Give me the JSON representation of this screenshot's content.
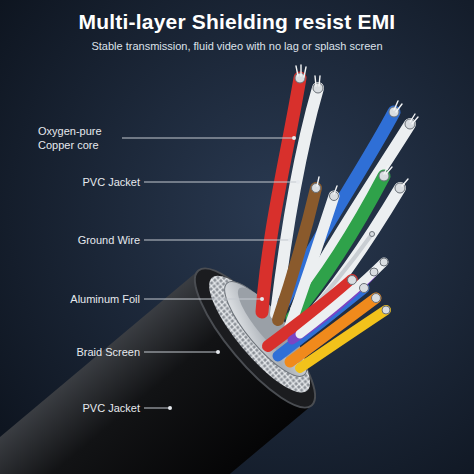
{
  "diagram": {
    "title": "Multi-layer Shielding resist EMI",
    "caption": "Stable transmission, fluid video with no lag or splash screen",
    "labels": [
      "Oxygen-pure Copper core",
      "PVC Jacket",
      "Ground Wire",
      "Aluminum Foil",
      "Braid Screen",
      "PVC Jacket"
    ]
  }
}
